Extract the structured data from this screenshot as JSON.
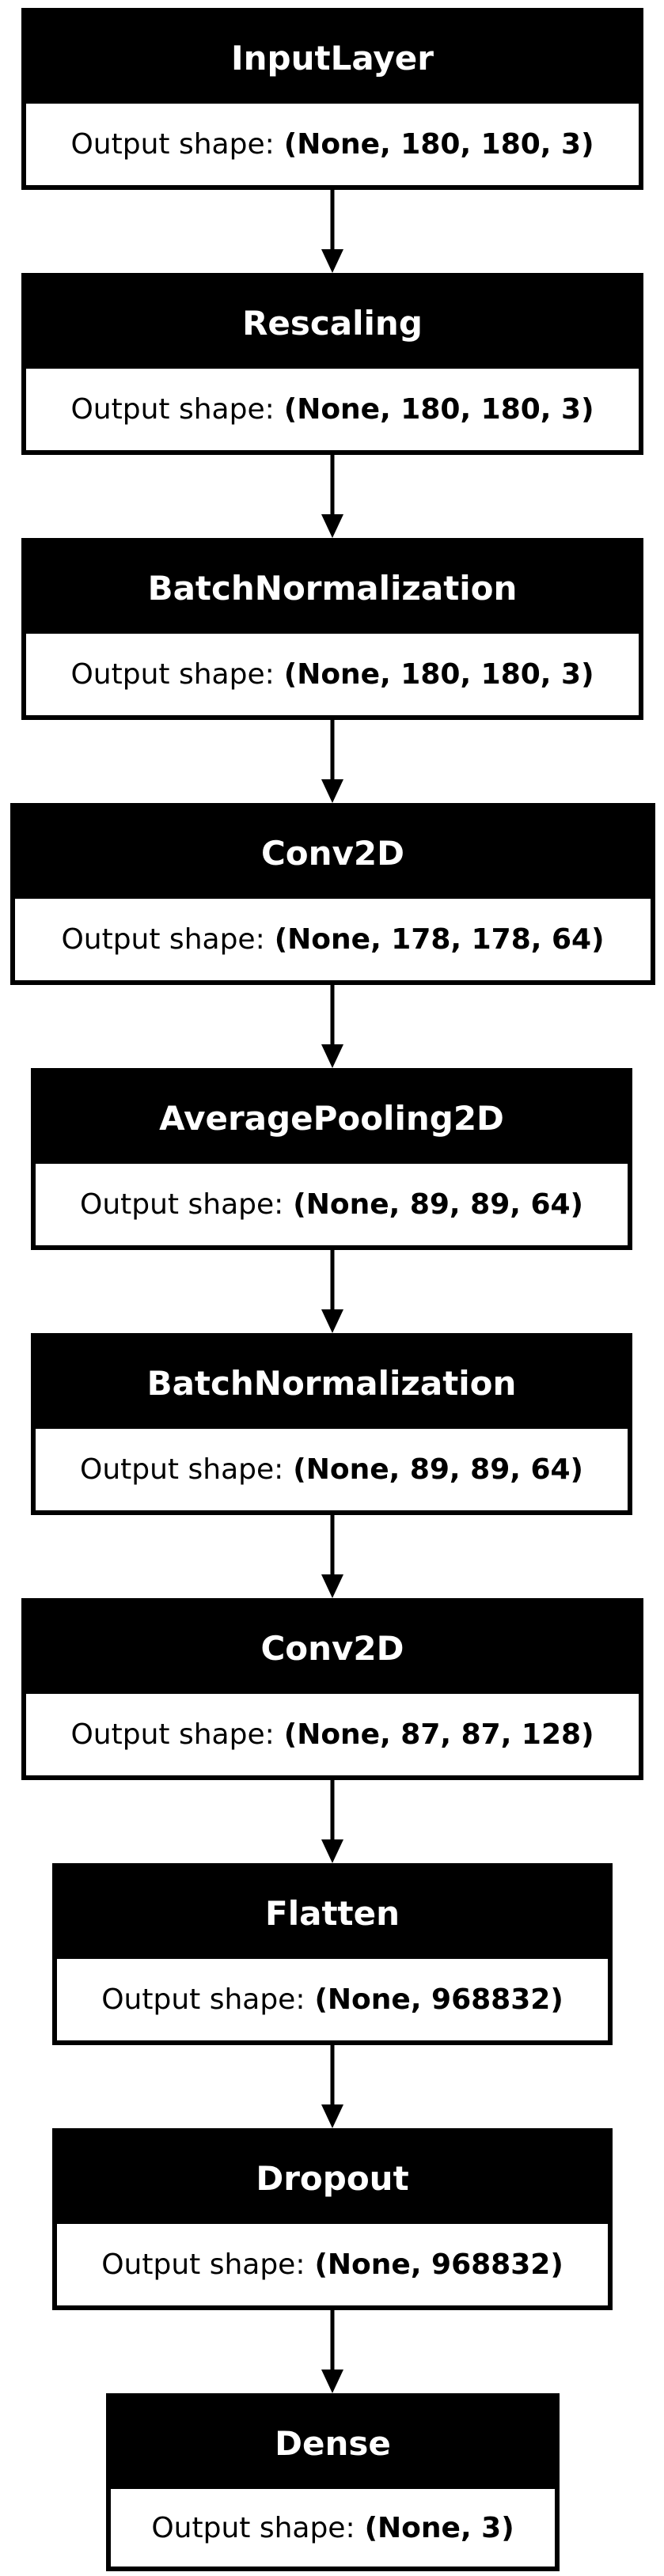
{
  "shape_label": "Output shape:",
  "layers": [
    {
      "name": "InputLayer",
      "shape": "(None, 180, 180, 3)"
    },
    {
      "name": "Rescaling",
      "shape": "(None, 180, 180, 3)"
    },
    {
      "name": "BatchNormalization",
      "shape": "(None, 180, 180, 3)"
    },
    {
      "name": "Conv2D",
      "shape": "(None, 178, 178, 64)"
    },
    {
      "name": "AveragePooling2D",
      "shape": "(None, 89, 89, 64)"
    },
    {
      "name": "BatchNormalization",
      "shape": "(None, 89, 89, 64)"
    },
    {
      "name": "Conv2D",
      "shape": "(None, 87, 87, 128)"
    },
    {
      "name": "Flatten",
      "shape": "(None, 968832)"
    },
    {
      "name": "Dropout",
      "shape": "(None, 968832)"
    },
    {
      "name": "Dense",
      "shape": "(None, 3)"
    }
  ]
}
